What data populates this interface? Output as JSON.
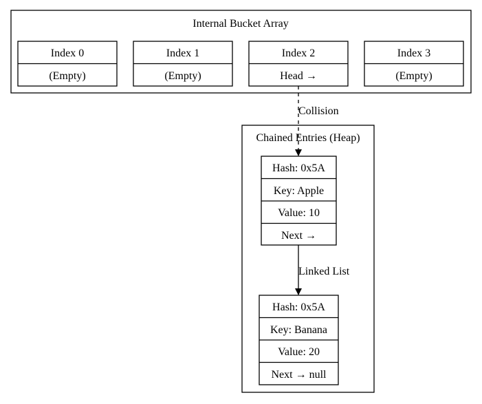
{
  "bucket_array": {
    "title": "Internal Bucket Array",
    "buckets": [
      {
        "index_label": "Index 0",
        "content": "(Empty)"
      },
      {
        "index_label": "Index 1",
        "content": "(Empty)"
      },
      {
        "index_label": "Index 2",
        "content": "Head →"
      },
      {
        "index_label": "Index 3",
        "content": "(Empty)"
      }
    ]
  },
  "edges": {
    "collision_label": "Collision",
    "linked_list_label": "Linked List"
  },
  "heap": {
    "title": "Chained Entries (Heap)",
    "entries": [
      {
        "hash": "Hash: 0x5A",
        "key": "Key: Apple",
        "value": "Value: 10",
        "next": "Next →"
      },
      {
        "hash": "Hash: 0x5A",
        "key": "Key: Banana",
        "value": "Value: 20",
        "next": "Next → null"
      }
    ]
  }
}
